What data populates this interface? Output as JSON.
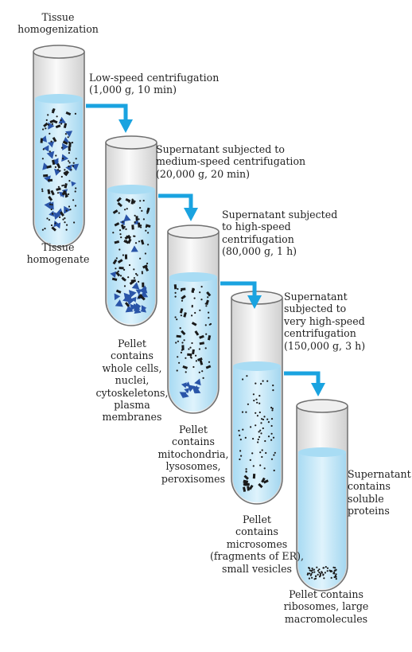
{
  "colors": {
    "arrow": "#1aa3e0",
    "liquid": "#bfe5f7",
    "particle_blue": "#2a55a8",
    "particle_black": "#1a1a1a",
    "tube_outline": "#6f6f6f"
  },
  "labels": {
    "tissue_homogenization": "Tissue\nhomogenization",
    "tissue_homogenate": "Tissue\nhomogenate",
    "step1": "Low-speed centrifugation\n(1,000 g, 10 min)",
    "step2": "Supernatant subjected to\nmedium-speed centrifugation\n(20,000 g, 20 min)",
    "step3": "Supernatant subjected\nto high-speed\ncentrifugation\n(80,000 g, 1 h)",
    "step4": "Supernatant\nsubjected to\nvery high-speed\ncentrifugation\n(150,000 g, 3 h)",
    "pellet1": "Pellet\ncontains\nwhole cells,\nnuclei,\ncytoskeletons,\nplasma\nmembranes",
    "pellet2": "Pellet\ncontains\nmitochondria,\nlysosomes,\nperoxisomes",
    "pellet3": "Pellet\ncontains\nmicrosomes\n(fragments of ER),\nsmall vesicles",
    "supernatant_final": "Supernatant\ncontains\nsoluble\nproteins",
    "pellet4": "Pellet contains\nribosomes, large\nmacromolecules"
  },
  "icons": {
    "tube": "test-tube-icon",
    "arrow": "flow-arrow-icon"
  }
}
